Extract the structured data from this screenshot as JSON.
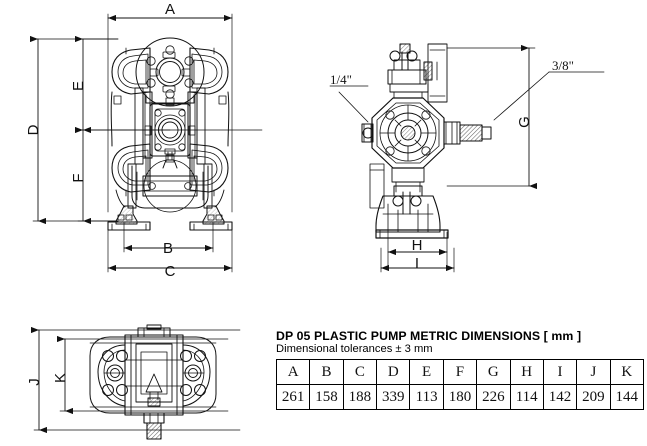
{
  "document": {
    "type": "engineering-dimension-drawing",
    "background_color": "#ffffff",
    "line_color": "#111111"
  },
  "table_block": {
    "title": "DP 05  PLASTIC PUMP METRIC DIMENSIONS [ mm ]",
    "subtitle": "Dimensional tolerances ± 3 mm",
    "headers": [
      "A",
      "B",
      "C",
      "D",
      "E",
      "F",
      "G",
      "H",
      "I",
      "J",
      "K"
    ],
    "values": [
      "261",
      "158",
      "188",
      "339",
      "113",
      "180",
      "226",
      "114",
      "142",
      "209",
      "144"
    ]
  },
  "views": {
    "front": {
      "name": "front-view",
      "dimension_labels": [
        "A",
        "B",
        "C",
        "D",
        "E",
        "F"
      ]
    },
    "side": {
      "name": "side-view",
      "dimension_labels": [
        "G",
        "H",
        "I"
      ],
      "callouts": [
        "1/4\"",
        "3/8\""
      ]
    },
    "top": {
      "name": "top-view",
      "dimension_labels": [
        "J",
        "K"
      ]
    }
  },
  "labels": {
    "A": "A",
    "B": "B",
    "C": "C",
    "D": "D",
    "E": "E",
    "F": "F",
    "G": "G",
    "H": "H",
    "I": "I",
    "J": "J",
    "K": "K",
    "air_inlet": "1/4\"",
    "port": "3/8\""
  }
}
